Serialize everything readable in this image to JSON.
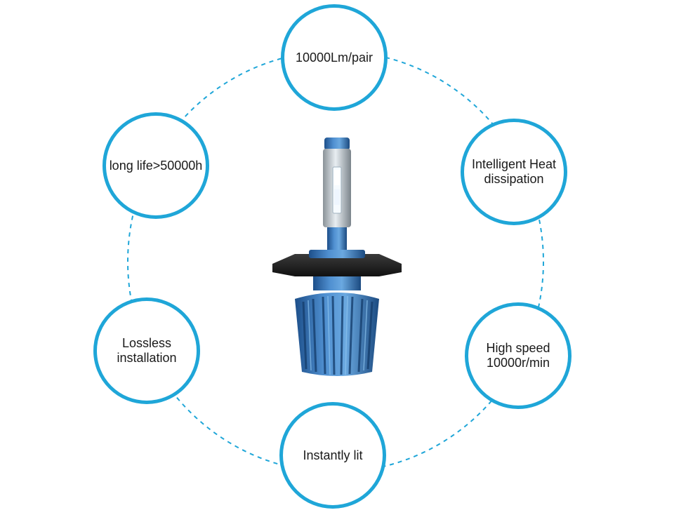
{
  "features": [
    {
      "id": "top",
      "label": "10000Lm/pair"
    },
    {
      "id": "tright",
      "label": "Intelligent Heat\ndissipation"
    },
    {
      "id": "right",
      "label": "High speed\n10000r/min"
    },
    {
      "id": "bottom",
      "label": "Instantly lit"
    },
    {
      "id": "left",
      "label": "Lossless\ninstallation"
    },
    {
      "id": "tleft",
      "label": "long life>50000h"
    }
  ],
  "colors": {
    "accent": "#1fa6d8",
    "bulb_blue": "#3f7fc0",
    "text": "#1a1a1a"
  },
  "icons": {
    "center": "led-headlight-bulb"
  }
}
